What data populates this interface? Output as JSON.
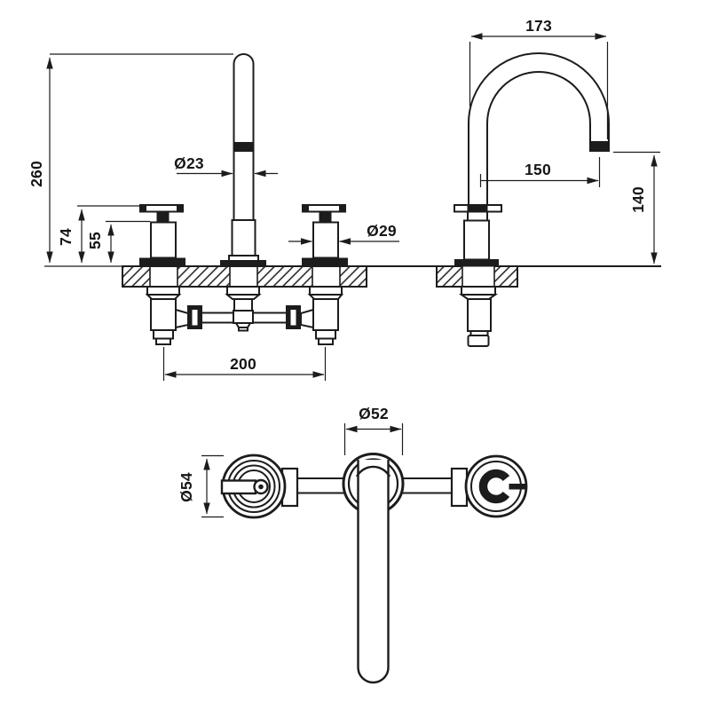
{
  "drawing": {
    "title": "3-hole basin mixer dimensional drawing",
    "colors": {
      "line": "#1c1c1c",
      "background": "#ffffff"
    },
    "front_view": {
      "dims": {
        "overall_height": "260",
        "handle_height": "74",
        "cartridge_height": "55",
        "spout_tube_diameter": "Ø23",
        "handle_body_diameter": "Ø29",
        "tap_hole_centres": "200"
      }
    },
    "side_view": {
      "dims": {
        "spout_width": "173",
        "spout_reach": "150",
        "spout_outlet_height": "140"
      }
    },
    "plan_view": {
      "dims": {
        "spout_base_diameter": "Ø52",
        "handle_base_diameter": "Ø54"
      }
    }
  }
}
